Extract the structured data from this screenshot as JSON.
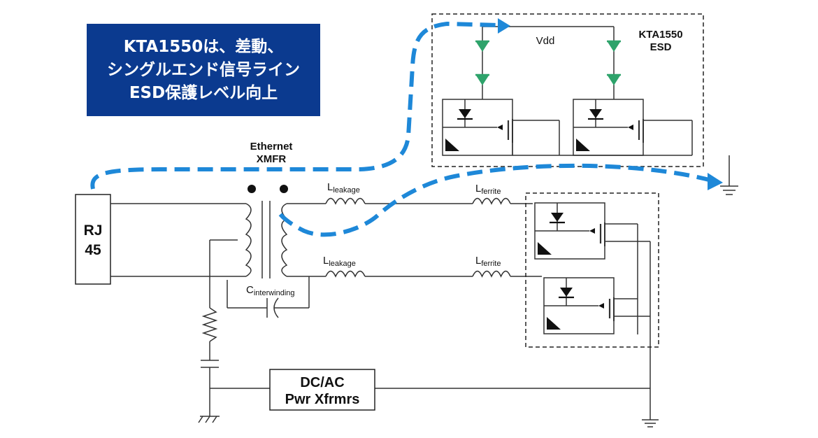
{
  "title_lines": [
    "KTA1550は、差動、",
    "シングルエンド信号ライン",
    "ESD保護レベル向上"
  ],
  "labels": {
    "rj45_line1": "RJ",
    "rj45_line2": "45",
    "xmfr_line1": "Ethernet",
    "xmfr_line2": "XMFR",
    "l_leakage_main": "L",
    "l_leakage_sub": "leakage",
    "l_ferrite_main": "L",
    "l_ferrite_sub": "ferrite",
    "c_interwinding_main": "C",
    "c_interwinding_sub": "interwinding",
    "vdd": "Vdd",
    "esd_line1": "KTA1550",
    "esd_line2": "ESD",
    "pwr_line1": "DC/AC",
    "pwr_line2": "Pwr Xfrmrs"
  },
  "colors": {
    "title_bg": "#0b3a8f",
    "arrow_path": "#1e88d8",
    "diode_green": "#2ea36b",
    "wire": "#333333"
  }
}
